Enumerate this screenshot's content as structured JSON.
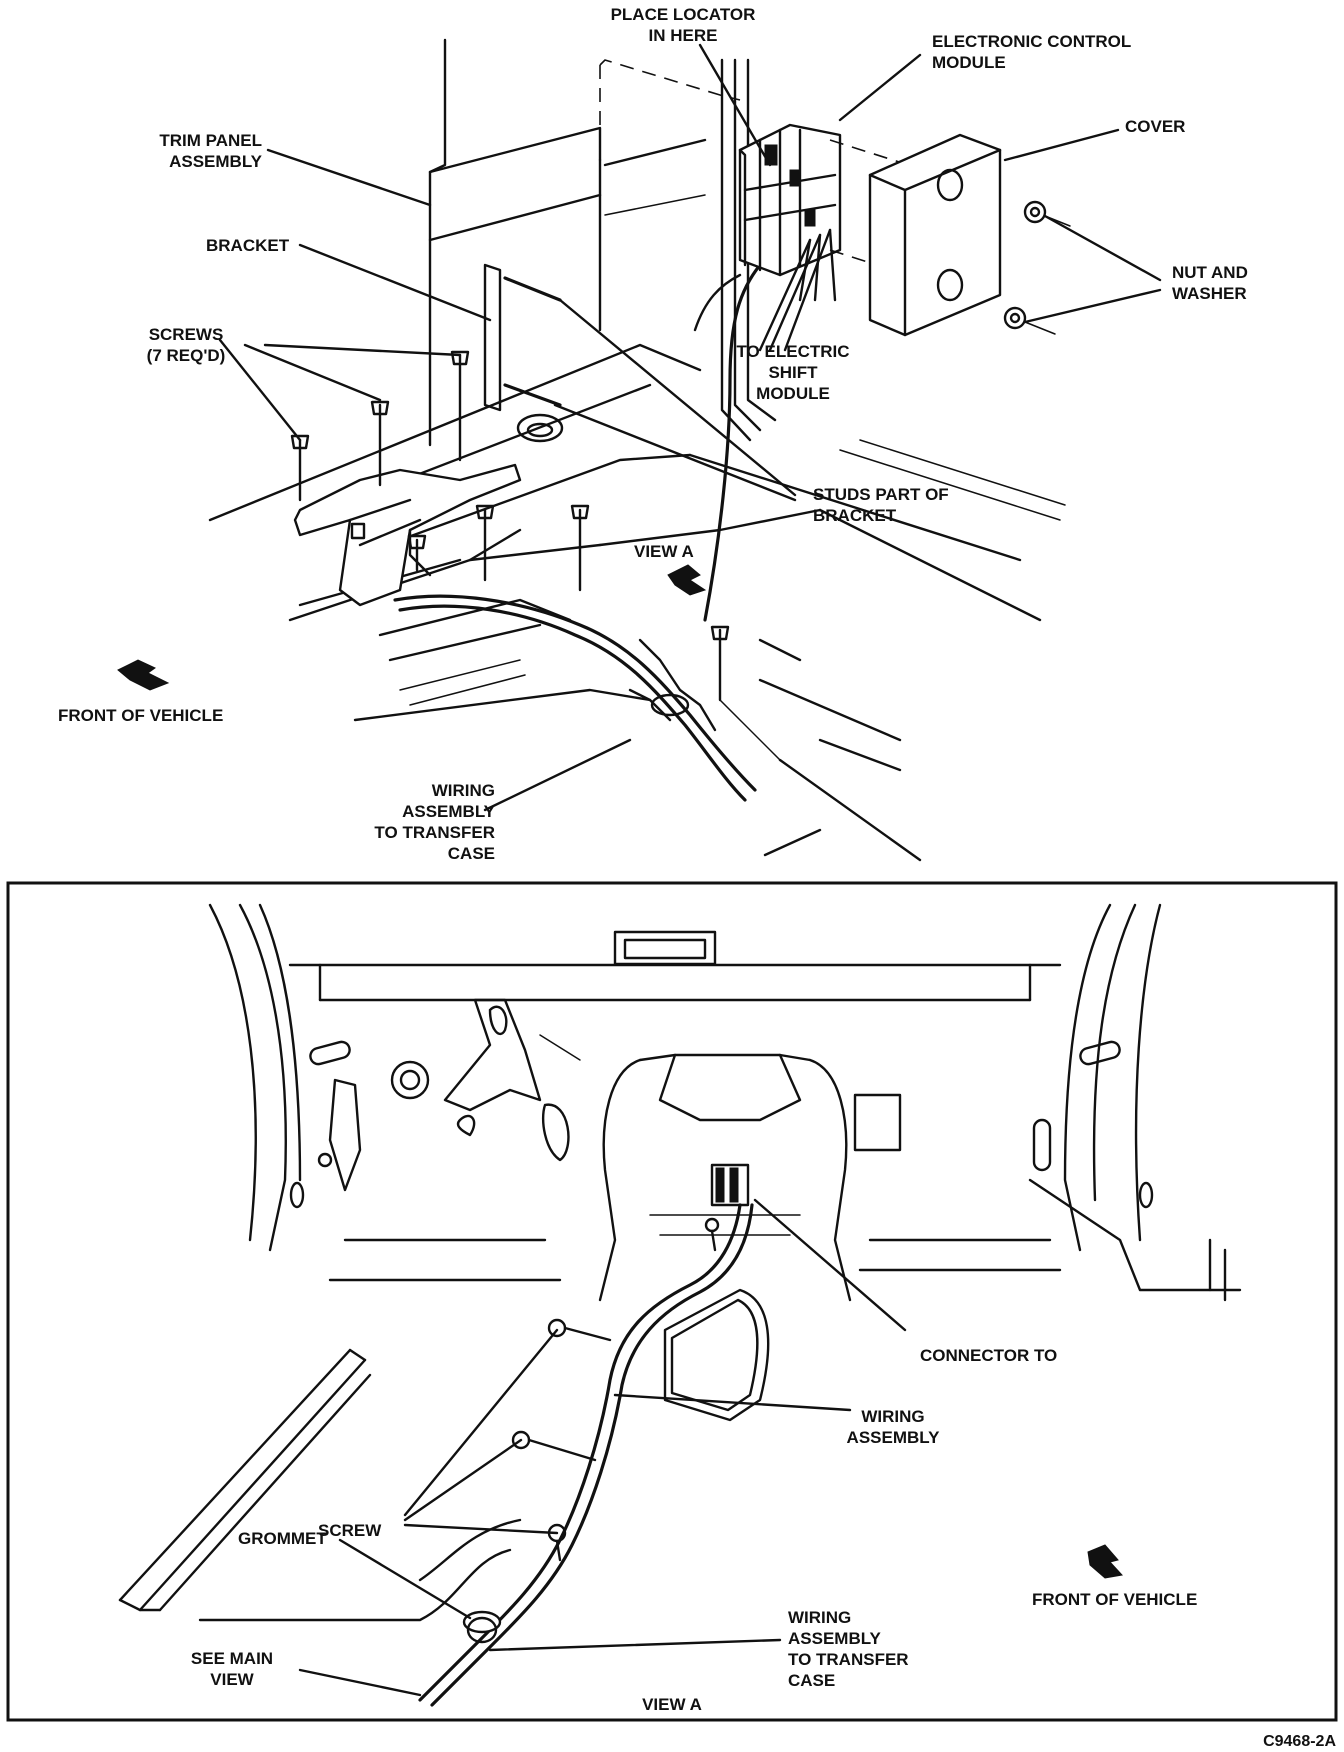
{
  "main_view": {
    "labels": {
      "place_locator": [
        "PLACE LOCATOR",
        "IN HERE"
      ],
      "ecm": [
        "ELECTRONIC CONTROL",
        "MODULE"
      ],
      "cover": [
        "COVER"
      ],
      "trim_panel": [
        "TRIM PANEL",
        "ASSEMBLY"
      ],
      "bracket": [
        "BRACKET"
      ],
      "nut_washer": [
        "NUT AND",
        "WASHER"
      ],
      "screws": [
        "SCREWS",
        "(7 REQ'D)"
      ],
      "to_electric_shift": [
        "TO ELECTRIC",
        "SHIFT",
        "MODULE"
      ],
      "studs": [
        "STUDS PART OF",
        "BRACKET"
      ],
      "view_a_ref": [
        "VIEW A"
      ],
      "front_of_vehicle": [
        "FRONT OF VEHICLE"
      ],
      "wiring_to_transfer": [
        "WIRING",
        "ASSEMBLY",
        "TO TRANSFER",
        "CASE"
      ]
    }
  },
  "detail_view": {
    "labels": {
      "connector_to": [
        "CONNECTOR TO"
      ],
      "screw": [
        "SCREW"
      ],
      "wiring_assembly": [
        "WIRING",
        "ASSEMBLY"
      ],
      "grommet": [
        "GROMMET"
      ],
      "front_of_vehicle": [
        "FRONT OF VEHICLE"
      ],
      "see_main_view": [
        "SEE MAIN",
        "VIEW"
      ],
      "wiring_to_transfer": [
        "WIRING",
        "ASSEMBLY",
        "TO TRANSFER",
        "CASE"
      ],
      "title": [
        "VIEW A"
      ]
    }
  },
  "figure_code": "C9468-2A",
  "colors": {
    "ink": "#111111",
    "paper": "#ffffff"
  }
}
